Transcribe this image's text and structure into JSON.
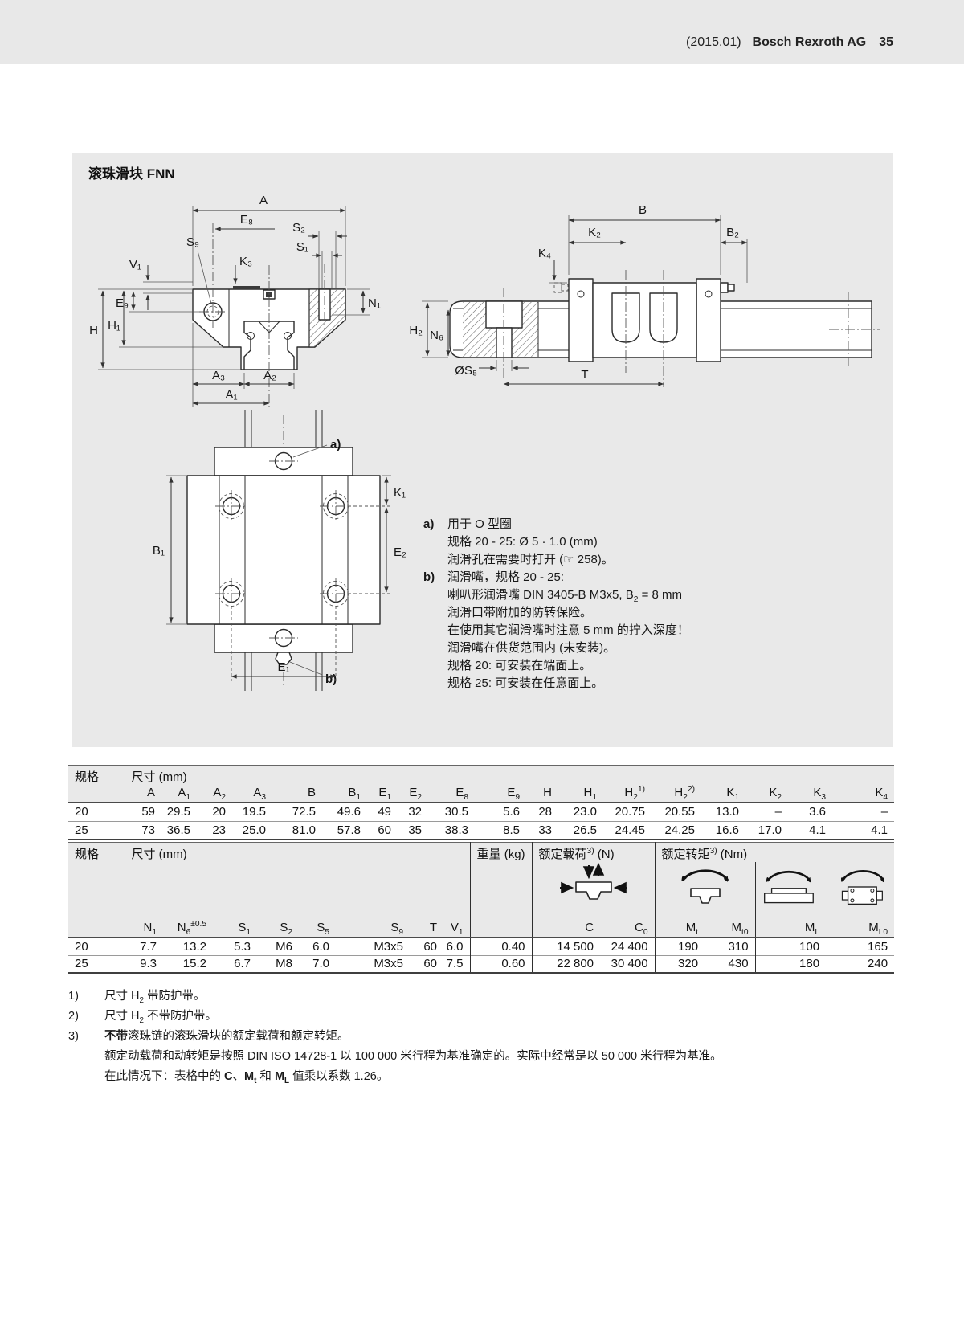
{
  "colors": {
    "band_gray": "#e8e8e8",
    "panel_gray": "#e9e9e9",
    "line": "#2b2b2b"
  },
  "page_header": {
    "edition": "(2015.01)",
    "brand": "Bosch Rexroth AG",
    "page_number": "35"
  },
  "panel": {
    "title": "滚珠滑块 FNN",
    "front_labels": {
      "A": "A",
      "E8": "E₈",
      "S9": "S₉",
      "S2": "S₂",
      "S1": "S₁",
      "V1": "V₁",
      "K3": "K₃",
      "E9": "E₉",
      "H": "H",
      "H1": "H₁",
      "N1": "N₁",
      "A3": "A₃",
      "A2": "A₂",
      "A1": "A₁"
    },
    "side_labels": {
      "B": "B",
      "K2": "K₂",
      "B2": "B₂",
      "K4": "K₄",
      "H2": "H₂",
      "N6": "N₆",
      "S5": "ØS₅",
      "T": "T"
    },
    "top_labels": {
      "a": "a)",
      "b": "b)",
      "K1": "K₁",
      "E2": "E₂",
      "B1": "B₁",
      "E1": "E₁"
    },
    "notes": {
      "a": {
        "marker": "a)",
        "lines": [
          "用于 O 型圈",
          "规格 20 - 25: Ø 5 · 1.0 (mm)",
          "润滑孔在需要时打开 (☞ 258)。"
        ]
      },
      "b": {
        "marker": "b)",
        "lines": [
          "润滑嘴，规格 20 - 25:",
          "喇叭形润滑嘴 DIN 3405-B M3x5, B_{2} = 8 mm",
          "润滑口带附加的防转保险。",
          "在使用其它润滑嘴时注意 5 mm 的拧入深度！",
          "润滑嘴在供货范围内 (未安装)。",
          "规格 20: 可安装在端面上。",
          "规格 25: 可安装在任意面上。"
        ]
      }
    }
  },
  "table1": {
    "size_header": "规格",
    "dims_header": "尺寸 (mm)",
    "columns": [
      "A",
      "A_{1}",
      "A_{2}",
      "A_{3}",
      "B",
      "B_{1}",
      "E_{1}",
      "E_{2}",
      "E_{8}",
      "E_{9}",
      "H",
      "H_{1}",
      "H_{2}^{1)}",
      "H_{2}^{2)}",
      "K_{1}",
      "K_{2}",
      "K_{3}",
      "K_{4}"
    ],
    "rows": [
      {
        "size": "20",
        "values": [
          "59",
          "29.5",
          "20",
          "19.5",
          "72.5",
          "49.6",
          "49",
          "32",
          "30.5",
          "5.6",
          "28",
          "23.0",
          "20.75",
          "20.55",
          "13.0",
          "–",
          "3.6",
          "–"
        ]
      },
      {
        "size": "25",
        "values": [
          "73",
          "36.5",
          "23",
          "25.0",
          "81.0",
          "57.8",
          "60",
          "35",
          "38.3",
          "8.5",
          "33",
          "26.5",
          "24.45",
          "24.25",
          "16.6",
          "17.0",
          "4.1",
          "4.1"
        ]
      }
    ]
  },
  "table2": {
    "size_header": "规格",
    "dims_header": "尺寸 (mm)",
    "weight_header": "重量 (kg)",
    "load_header": "额定载荷^{3)} (N)",
    "torque_header": "额定转矩^{3)} (Nm)",
    "dim_columns": [
      "N_{1}",
      "N_{6}^{±0.5}",
      "S_{1}",
      "S_{2}",
      "S_{5}",
      "S_{9}",
      "T",
      "V_{1}"
    ],
    "load_columns": [
      "C",
      "C_{0}"
    ],
    "torque_columns": [
      "M_{t}",
      "M_{t0}",
      "M_{L}",
      "M_{L0}"
    ],
    "icons": {
      "load": "load-directions-icon",
      "torque_roll": "torque-mt-icon",
      "torque_pitch": "torque-ml-icon",
      "torque_yaw": "torque-ml0-icon"
    },
    "rows": [
      {
        "size": "20",
        "dims": [
          "7.7",
          "13.2",
          "5.3",
          "M6",
          "6.0",
          "M3x5",
          "60",
          "6.0"
        ],
        "weight": "0.40",
        "loads": [
          "14 500",
          "24 400"
        ],
        "torques": [
          "190",
          "310",
          "100",
          "165"
        ]
      },
      {
        "size": "25",
        "dims": [
          "9.3",
          "15.2",
          "6.7",
          "M8",
          "7.0",
          "M3x5",
          "60",
          "7.5"
        ],
        "weight": "0.60",
        "loads": [
          "22 800",
          "30 400"
        ],
        "torques": [
          "320",
          "430",
          "180",
          "240"
        ]
      }
    ]
  },
  "footnotes": [
    {
      "marker": "1)",
      "lines": [
        "尺寸 H_{2} 带防护带。"
      ]
    },
    {
      "marker": "2)",
      "lines": [
        "尺寸 H_{2} 不带防护带。"
      ]
    },
    {
      "marker": "3)",
      "lines": [
        [
          {
            "b": "不带"
          },
          {
            "t": "滚珠链的滚珠滑块的额定载荷和额定转矩。"
          }
        ],
        "额定动载荷和动转矩是按照 DIN ISO 14728-1 以 100 000 米行程为基准确定的。实际中经常是以 50 000 米行程为基准。",
        [
          {
            "t": "在此情况下：表格中的 "
          },
          {
            "b": "C"
          },
          {
            "t": "、"
          },
          {
            "b": "M_{t}"
          },
          {
            "t": " 和 "
          },
          {
            "b": "M_{L}"
          },
          {
            "t": " 值乘以系数 1.26。"
          }
        ]
      ]
    }
  ]
}
